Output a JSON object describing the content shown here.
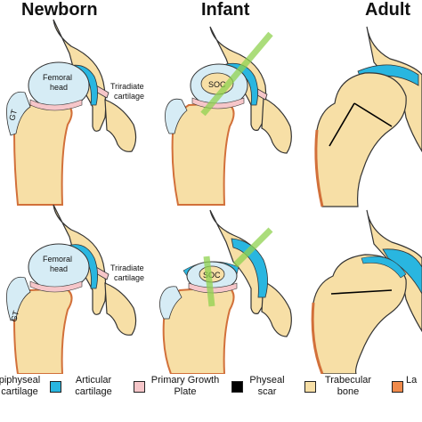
{
  "columns": {
    "newborn": "Newborn",
    "infant": "Infant",
    "adult": "Adult"
  },
  "labels": {
    "femoral_head_1": "Femoral",
    "femoral_head_2": "head",
    "triradiate_1": "Triradiate",
    "triradiate_2": "cartilage",
    "gt": "GT",
    "soc": "SOC"
  },
  "legend": [
    {
      "line1": "piphyseal",
      "line2": "cartilage",
      "color": "#d6ecf5"
    },
    {
      "line1": "Articular",
      "line2": "cartilage",
      "color": "#29b6e0"
    },
    {
      "line1": "Primary Growth",
      "line2": "Plate",
      "color": "#f6c6c9"
    },
    {
      "line1": "Physeal",
      "line2": "scar",
      "color": "#000000"
    },
    {
      "line1": "Trabecular",
      "line2": "bone",
      "color": "#f7dfa6"
    },
    {
      "line1": "La",
      "line2": "",
      "color": "#f08a4b"
    }
  ],
  "colors": {
    "bone": "#f7dfa6",
    "cortex": "#d2703a",
    "epiphyseal": "#d6ecf5",
    "articular": "#29b6e0",
    "growth_plate": "#f6c6c9",
    "outline": "#333333",
    "cross": "#8fd14f"
  }
}
